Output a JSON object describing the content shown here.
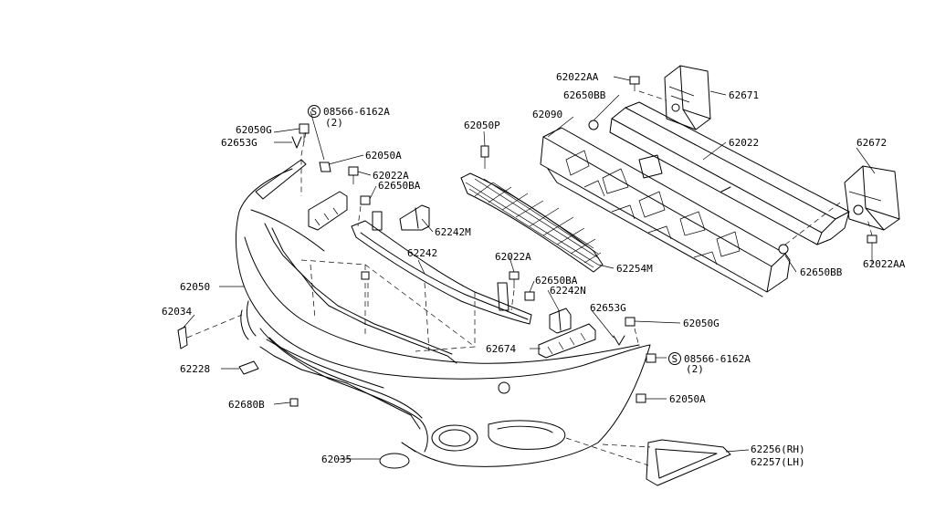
{
  "labels": {
    "p62022AA_top": "62022AA",
    "p62650BB_top": "62650BB",
    "p62671": "62671",
    "p62090": "62090",
    "p62022": "62022",
    "p62672": "62672",
    "p62050P": "62050P",
    "s08566_top": "08566-6162A",
    "s08566_top_qty": "(2)",
    "p62050G_top": "62050G",
    "p62653G_top": "62653G",
    "p62050A_top": "62050A",
    "p62022A_top": "62022A",
    "p62650BA_top": "62650BA",
    "p62242M": "62242M",
    "p62242": "62242",
    "p62254M": "62254M",
    "p62022A_mid": "62022A",
    "p62650BA_mid": "62650BA",
    "p62242N": "62242N",
    "p62653G_mid": "62653G",
    "p62050G_mid": "62050G",
    "p62650BB_right": "62650BB",
    "p62022AA_right": "62022AA",
    "p62050": "62050",
    "p62034": "62034",
    "p62228": "62228",
    "p62680B": "62680B",
    "p62674": "62674",
    "s08566_mid": "08566-6162A",
    "s08566_mid_qty": "(2)",
    "p62050A_bot": "62050A",
    "p62035": "62035",
    "p62256": "62256(RH)",
    "p62257": "62257(LH)"
  },
  "symbols": {
    "screw_symbol": "S"
  }
}
